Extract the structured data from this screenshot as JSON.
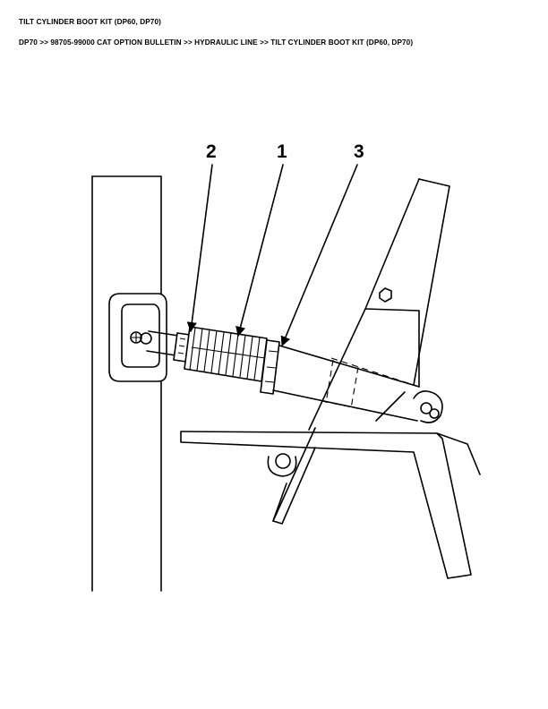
{
  "page": {
    "title": "TILT CYLINDER BOOT KIT (DP60, DP70)",
    "breadcrumb": "DP70 >> 98705-99000 CAT OPTION BULLETIN >> HYDRAULIC LINE >> TILT CYLINDER BOOT KIT (DP60, DP70)"
  },
  "figure": {
    "callouts": [
      "2",
      "1",
      "3"
    ]
  }
}
